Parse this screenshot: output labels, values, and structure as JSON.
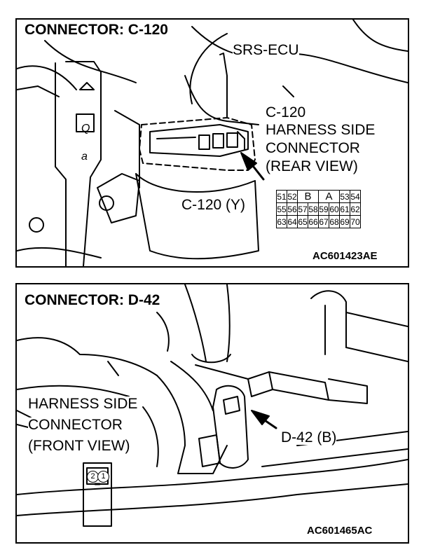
{
  "top_panel": {
    "title": "CONNECTOR: C-120",
    "srs_ecu_label": "SRS-ECU",
    "harness_label_lines": [
      "C-120",
      "HARNESS SIDE",
      "CONNECTOR",
      "(REAR VIEW)"
    ],
    "connector_callout": "C-120 (Y)",
    "figure_code": "AC601423AE",
    "pin_rows": [
      [
        "51",
        "52",
        "",
        "B",
        "",
        "",
        "A",
        "",
        "53",
        "54"
      ],
      [
        "55",
        "56",
        "57",
        "58",
        "59",
        "60",
        "61",
        "62"
      ],
      [
        "63",
        "64",
        "65",
        "66",
        "67",
        "68",
        "69",
        "70"
      ]
    ]
  },
  "bottom_panel": {
    "title": "CONNECTOR: D-42",
    "harness_label_lines": [
      "HARNESS SIDE",
      "CONNECTOR",
      "(FRONT VIEW)"
    ],
    "connector_callout": "D-42 (B)",
    "figure_code": "AC601465AC",
    "pins": [
      "2",
      "1"
    ]
  }
}
